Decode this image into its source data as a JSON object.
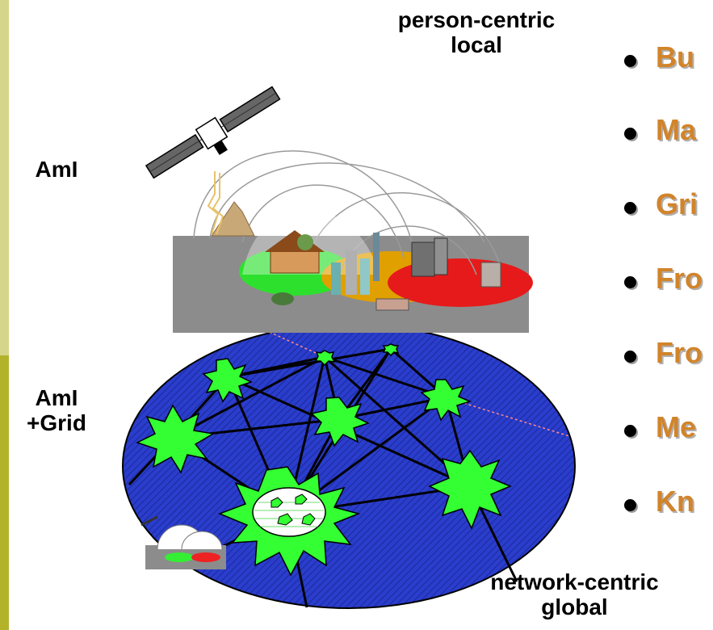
{
  "labels": {
    "top_label_line1": "person-centric",
    "top_label_line2": "local",
    "ami": "AmI",
    "ami_grid_line1": "AmI",
    "ami_grid_line2": "+Grid",
    "bottom_label_line1": "network-centric",
    "bottom_label_line2": "global"
  },
  "bullets": [
    "Bu",
    "Ma",
    "Gri",
    "Fro",
    "Fro",
    "Me",
    "Kn"
  ],
  "colors": {
    "bullet_text": "#d2842a",
    "sidebar_light": "#d6d68a",
    "sidebar_dark": "#b3b32b",
    "network_blue": "#2a3dcc",
    "node_green": "#33ff33"
  }
}
